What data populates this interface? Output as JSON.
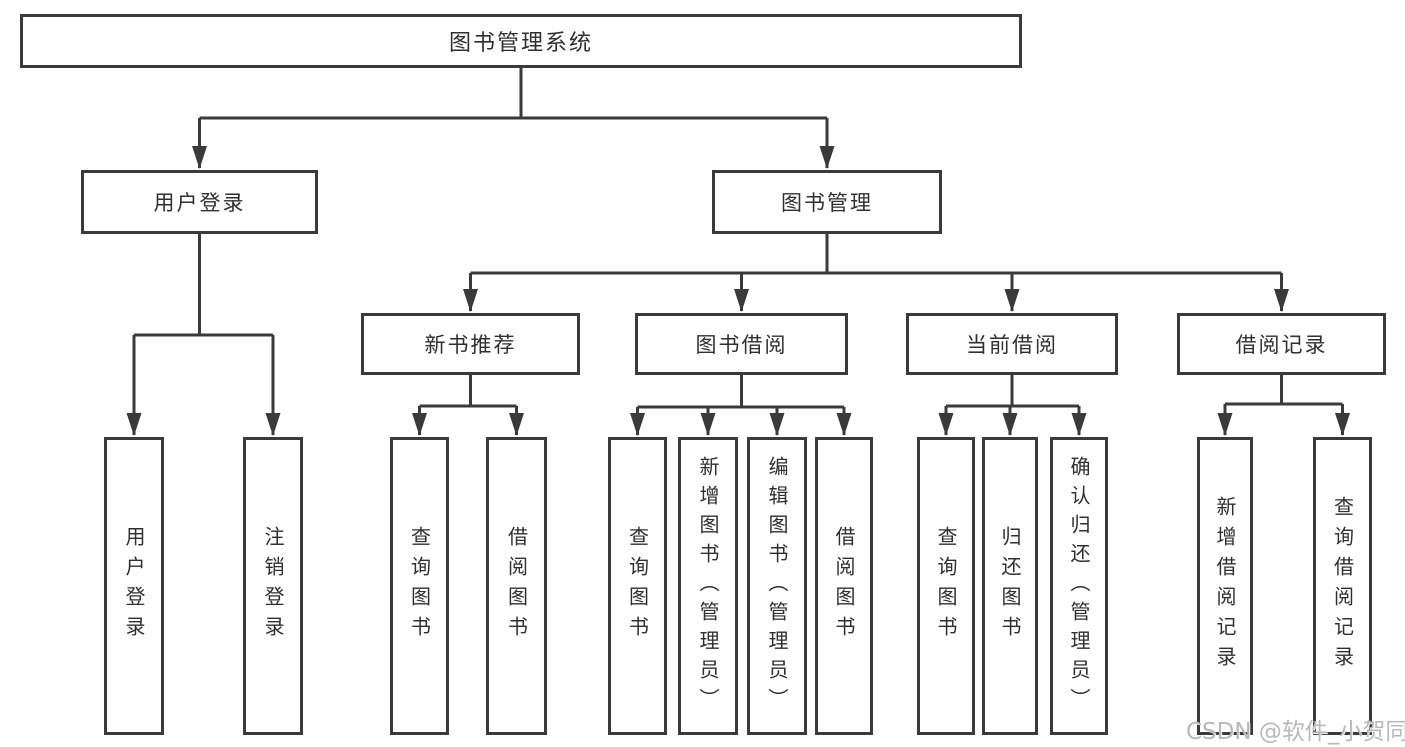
{
  "diagram": {
    "root": {
      "label": "图书管理系统"
    },
    "level2": [
      {
        "label": "用户登录"
      },
      {
        "label": "图书管理"
      }
    ],
    "level3": [
      {
        "label": "新书推荐",
        "parent": "图书管理"
      },
      {
        "label": "图书借阅",
        "parent": "图书管理"
      },
      {
        "label": "当前借阅",
        "parent": "图书管理"
      },
      {
        "label": "借阅记录",
        "parent": "图书管理"
      }
    ],
    "leaves": [
      {
        "label": "用户登录",
        "parent": "用户登录"
      },
      {
        "label": "注销登录",
        "parent": "用户登录"
      },
      {
        "label": "查询图书",
        "parent": "新书推荐"
      },
      {
        "label": "借阅图书",
        "parent": "新书推荐"
      },
      {
        "label": "查询图书",
        "parent": "图书借阅"
      },
      {
        "label": "新增图书（管理员）",
        "parent": "图书借阅"
      },
      {
        "label": "编辑图书（管理员）",
        "parent": "图书借阅"
      },
      {
        "label": "借阅图书",
        "parent": "图书借阅"
      },
      {
        "label": "查询图书",
        "parent": "当前借阅"
      },
      {
        "label": "归还图书",
        "parent": "当前借阅"
      },
      {
        "label": "确认归还（管理员）",
        "parent": "当前借阅"
      },
      {
        "label": "新增借阅记录",
        "parent": "借阅记录"
      },
      {
        "label": "查询借阅记录",
        "parent": "借阅记录"
      }
    ]
  },
  "watermark": {
    "text": "CSDN @软件_小贺同学"
  },
  "colors": {
    "line": "#3a3a3a",
    "text": "#2f2f2f",
    "background": "#ffffff",
    "watermark": "#b8b8b8"
  }
}
